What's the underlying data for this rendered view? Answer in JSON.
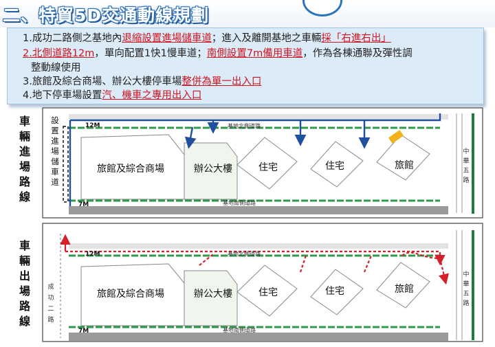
{
  "title": "二、特貿5D交通動線規劃",
  "notes": {
    "n1": {
      "a": "1.成功二路側之基地內",
      "b": "退縮設置進場儲車道",
      "c": "；進入及離開基地之車輛",
      "d": "採「右進右出」"
    },
    "n2": {
      "a": "2.北側道路12m",
      "b": "，單向配置1快1慢車道；",
      "c": "南側設置7m備用車道",
      "d": "，作為各棟通聯及彈性調"
    },
    "n2b": "整動線使用",
    "n3": {
      "a": "3.旅館及綜合商場、辦公大樓停車場",
      "b": "整併為單一出入口"
    },
    "n4": {
      "a": "4.地下停車場設置",
      "b": "汽、機車之專用出入口"
    }
  },
  "labels": {
    "entry_side": "車輛進場路線",
    "exit_side": "車輛出場路線",
    "queue_lane": "設置進場儲車道",
    "north_road": "基地北側道路",
    "south_road": "基地南側道路",
    "north_width": "12M",
    "south_width": "7M",
    "chenggong_road": "成功二路",
    "zhonghua_road": "中華五路"
  },
  "buildings": {
    "hotel_mall": "旅館及綜合商場",
    "office": "辦公大樓",
    "residential1": "住宅",
    "residential2": "住宅",
    "hotel": "旅館"
  },
  "colors": {
    "entry_arrow": "#1f4f9e",
    "exit_arrow": "#d4202a",
    "hedge": "#2e9a4a",
    "road": "#9a9a9a",
    "zhonghua_green": "#1e7a34"
  }
}
